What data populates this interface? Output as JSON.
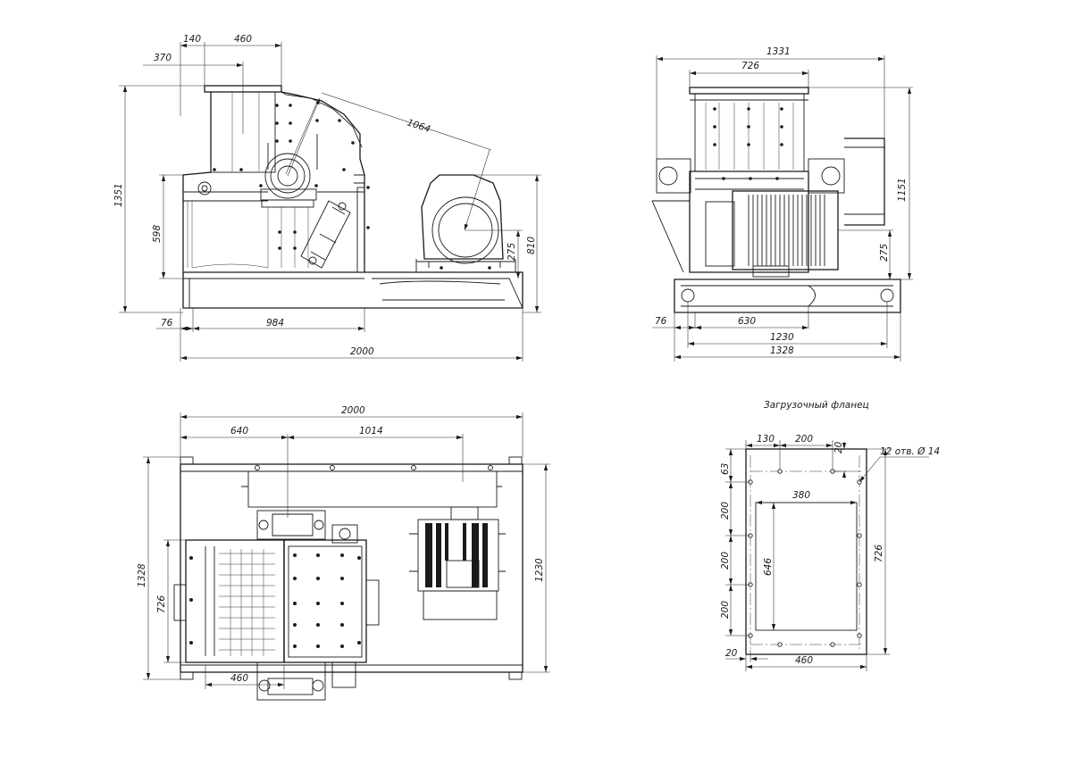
{
  "drawing": {
    "front_view": {
      "dims": {
        "top_offset": "370",
        "gap": "140",
        "inlet": "460",
        "radius": "1064",
        "height_total": "1351",
        "height_body": "598",
        "height_frame": "810",
        "shaft_height": "275",
        "left_offset": "76",
        "body_length": "984",
        "length_total": "2000"
      }
    },
    "side_view": {
      "dims": {
        "width_total": "1331",
        "inlet": "726",
        "height": "1151",
        "shaft_height": "275",
        "left_offset": "76",
        "base_inner": "630",
        "base_holes": "1230",
        "base_width": "1328"
      }
    },
    "top_view": {
      "dims": {
        "length_total": "2000",
        "offset_a": "640",
        "offset_b": "1014",
        "width_total": "1328",
        "holes_width": "1230",
        "body_width": "726",
        "inlet_width": "460"
      }
    },
    "flange": {
      "title": "Загрузочный фланец",
      "dims": {
        "edge": "130",
        "pitch_h": "200",
        "top_margin": "20",
        "holes_note": "12 отв. Ø 14",
        "corner": "63",
        "inner_width": "380",
        "pitch_v1": "200",
        "pitch_v2": "200",
        "pitch_v3": "200",
        "inner_height": "646",
        "height": "726",
        "left_margin": "20",
        "width": "460"
      }
    }
  }
}
